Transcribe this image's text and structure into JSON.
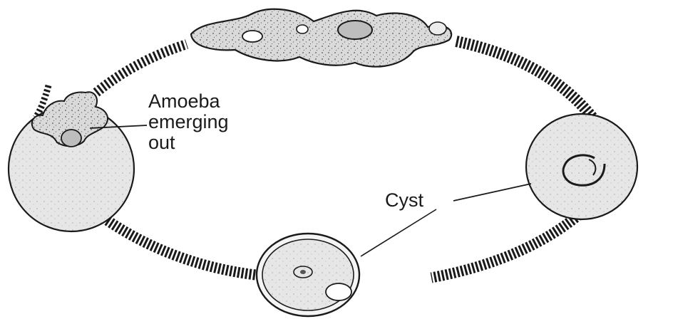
{
  "labels": {
    "amoeba_emerging": [
      "Amoeba",
      "emerging",
      "out"
    ],
    "cyst": "Cyst"
  },
  "colors": {
    "ink": "#1a1a1a",
    "cell_fill": "#d9d9d9",
    "background": "#ffffff"
  }
}
